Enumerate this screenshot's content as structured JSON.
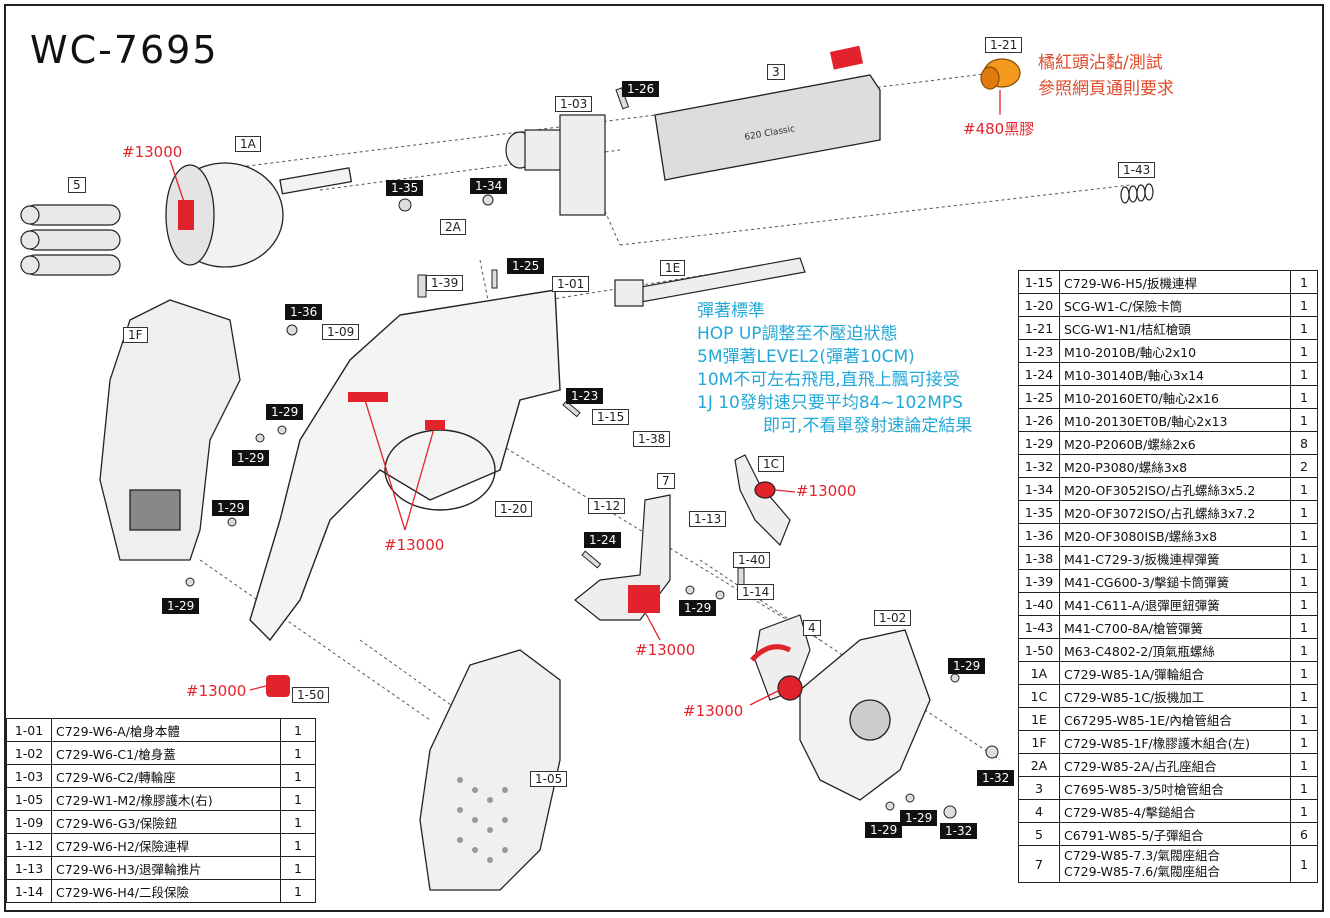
{
  "title": "WC-7695",
  "notes": {
    "top_right": [
      "橘紅頭沾黏/測試",
      "參照網頁通則要求"
    ],
    "glue": "#480黑膠",
    "spring": [
      "彈著標準",
      "HOP UP調整至不壓迫狀態",
      "5M彈著LEVEL2(彈著10CM)",
      "10M不可左右飛甩,直飛上飄可接受",
      "1J 10發射速只要平均84~102MPS",
      "即可,不看單發射速論定結果"
    ],
    "grease": "#13000"
  },
  "callouts": [
    "1-21",
    "3",
    "1-26",
    "1-03",
    "1A",
    "5",
    "1-35",
    "1-34",
    "1-43",
    "2A",
    "1E",
    "1-39",
    "1-25",
    "1-01",
    "1F",
    "1-36",
    "1-09",
    "1-29",
    "1-29",
    "1-29",
    "1-23",
    "1-15",
    "1-38",
    "1C",
    "1-20",
    "1-12",
    "7",
    "1-24",
    "1-13",
    "1-40",
    "1-14",
    "1-29",
    "4",
    "1-02",
    "1-29",
    "1-29",
    "1-29",
    "1-50",
    "1-05",
    "1-32",
    "1-29",
    "1-32"
  ],
  "parts_left": [
    [
      "1-01",
      "C729-W6-A/槍身本體",
      "1"
    ],
    [
      "1-02",
      "C729-W6-C1/槍身蓋",
      "1"
    ],
    [
      "1-03",
      "C729-W6-C2/轉輪座",
      "1"
    ],
    [
      "1-05",
      "C729-W1-M2/橡膠護木(右)",
      "1"
    ],
    [
      "1-09",
      "C729-W6-G3/保險鈕",
      "1"
    ],
    [
      "1-12",
      "C729-W6-H2/保險連桿",
      "1"
    ],
    [
      "1-13",
      "C729-W6-H3/退彈輪推片",
      "1"
    ],
    [
      "1-14",
      "C729-W6-H4/二段保險",
      "1"
    ]
  ],
  "parts_right": [
    [
      "1-15",
      "C729-W6-H5/扳機連桿",
      "1"
    ],
    [
      "1-20",
      "SCG-W1-C/保險卡筒",
      "1"
    ],
    [
      "1-21",
      "SCG-W1-N1/桔紅槍頭",
      "1"
    ],
    [
      "1-23",
      "M10-2010B/軸心2x10",
      "1"
    ],
    [
      "1-24",
      "M10-30140B/軸心3x14",
      "1"
    ],
    [
      "1-25",
      "M10-20160ET0/軸心2x16",
      "1"
    ],
    [
      "1-26",
      "M10-20130ET0B/軸心2x13",
      "1"
    ],
    [
      "1-29",
      "M20-P2060B/螺絲2x6",
      "8"
    ],
    [
      "1-32",
      "M20-P3080/螺絲3x8",
      "2"
    ],
    [
      "1-34",
      "M20-OF3052ISO/占孔螺絲3x5.2",
      "1"
    ],
    [
      "1-35",
      "M20-OF3072ISO/占孔螺絲3x7.2",
      "1"
    ],
    [
      "1-36",
      "M20-OF3080ISB/螺絲3x8",
      "1"
    ],
    [
      "1-38",
      "M41-C729-3/扳機連桿彈簧",
      "1"
    ],
    [
      "1-39",
      "M41-CG600-3/擊鎚卡筒彈簧",
      "1"
    ],
    [
      "1-40",
      "M41-C611-A/退彈匣鈕彈簧",
      "1"
    ],
    [
      "1-43",
      "M41-C700-8A/槍管彈簧",
      "1"
    ],
    [
      "1-50",
      "M63-C4802-2/頂氣瓶螺絲",
      "1"
    ],
    [
      "1A",
      "C729-W85-1A/彈輪組合",
      "1"
    ],
    [
      "1C",
      "C729-W85-1C/扳機加工",
      "1"
    ],
    [
      "1E",
      "C67295-W85-1E/內槍管組合",
      "1"
    ],
    [
      "1F",
      "C729-W85-1F/橡膠護木組合(左)",
      "1"
    ],
    [
      "2A",
      "C729-W85-2A/占孔座組合",
      "1"
    ],
    [
      "3",
      "C7695-W85-3/5吋槍管組合",
      "1"
    ],
    [
      "4",
      "C729-W85-4/擊鎚組合",
      "1"
    ],
    [
      "5",
      "C6791-W85-5/子彈組合",
      "6"
    ]
  ],
  "part_7": {
    "id": "7",
    "desc": [
      "C729-W85-7.3/氣閥座組合",
      "C729-W85-7.6/氣閥座組合"
    ],
    "qty": "1"
  },
  "barrel_marking": "620 Classic"
}
